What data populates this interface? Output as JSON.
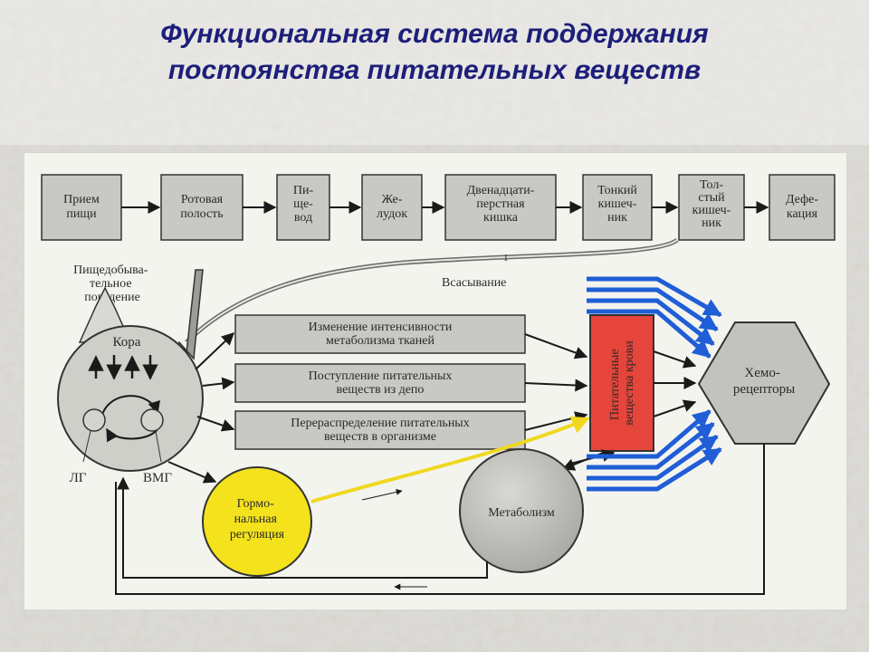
{
  "title": {
    "line1": "Функциональная система поддержания",
    "line2": "постоянства питательных веществ"
  },
  "digestive_chain": [
    [
      "Прием",
      "пищи"
    ],
    [
      "Ротовая",
      "полость"
    ],
    [
      "Пи-",
      "ще-",
      "вод"
    ],
    [
      "Же-",
      "лудок"
    ],
    [
      "Двенадцати-",
      "перстная",
      "кишка"
    ],
    [
      "Тонкий",
      "кишеч-",
      "ник"
    ],
    [
      "Тол-",
      "стый",
      "кишеч-",
      "ник"
    ],
    [
      "Дефе-",
      "кация"
    ]
  ],
  "labels": {
    "behavior": [
      "Пищедобыва-",
      "тельное",
      "поведение"
    ],
    "absorption": "Всасывание",
    "absorption_mark": "1",
    "cortex": "Кора",
    "lg": "ЛГ",
    "vmg": "ВМГ"
  },
  "effectors": [
    [
      "Изменение интенсивности",
      "метаболизма тканей"
    ],
    [
      "Поступление питательных",
      "веществ из депо"
    ],
    [
      "Перераспределение питательных",
      "веществ в организме"
    ]
  ],
  "hormonal": [
    "Гормо-",
    "нальная",
    "регуляция"
  ],
  "nutrients": [
    "Питательные",
    "вещества крови"
  ],
  "chemoreceptors": [
    "Хемо-",
    "рецепторы"
  ],
  "metabolism": "Метаболизм",
  "colors": {
    "title": "#1d1f7a",
    "nutrients_box": "#e5453a",
    "hormonal_circle": "#f3e21c",
    "blue_arrows": "#1f5ed6",
    "yellow_arrow": "#f0d820"
  }
}
